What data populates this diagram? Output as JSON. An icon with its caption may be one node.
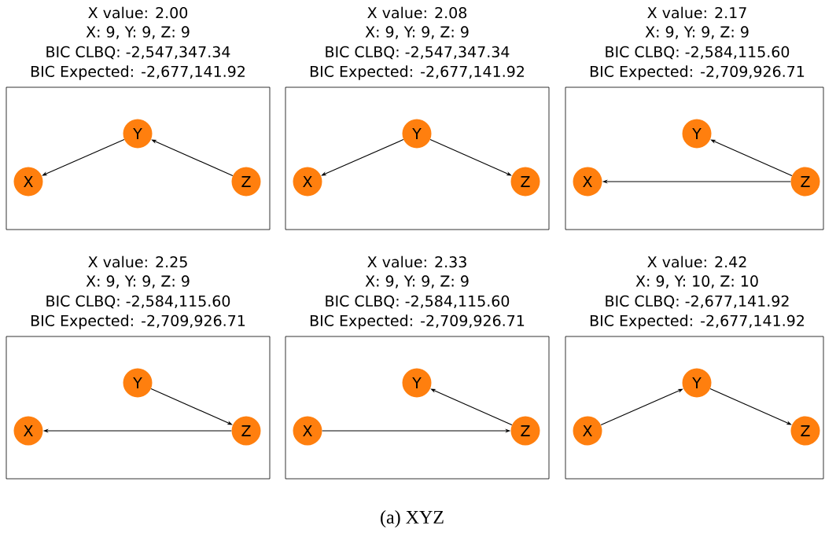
{
  "diagram": {
    "caption": "(a) XYZ",
    "nodes": [
      {
        "text": [
          "X value: 2.00",
          "X: 9, Y: 9, Z: 9",
          "BIC CLBQ: -2,547,347.34",
          "BIC Expected: -2,677,141.92"
        ]
      },
      {
        "text": [
          "X"
        ],
        "in": 0
      },
      {
        "text": [
          "Y"
        ],
        "in": 0
      },
      {
        "text": [
          "Z"
        ],
        "in": 0
      },
      {
        "text": [
          "X value: 2.08",
          "X: 9, Y: 9, Z: 9",
          "BIC CLBQ: -2,547,347.34",
          "BIC Expected: -2,677,141.92"
        ]
      },
      {
        "text": [
          "X"
        ],
        "in": 4
      },
      {
        "text": [
          "Y"
        ],
        "in": 4
      },
      {
        "text": [
          "Z"
        ],
        "in": 4
      },
      {
        "text": [
          "X value: 2.17",
          "X: 9, Y: 9, Z: 9",
          "BIC CLBQ: -2,584,115.60",
          "BIC Expected: -2,709,926.71"
        ]
      },
      {
        "text": [
          "X"
        ],
        "in": 8
      },
      {
        "text": [
          "Y"
        ],
        "in": 8
      },
      {
        "text": [
          "Z"
        ],
        "in": 8
      },
      {
        "text": [
          "X value: 2.25",
          "X: 9, Y: 9, Z: 9",
          "BIC CLBQ: -2,584,115.60",
          "BIC Expected: -2,709,926.71"
        ]
      },
      {
        "text": [
          "X"
        ],
        "in": 12
      },
      {
        "text": [
          "Y"
        ],
        "in": 12
      },
      {
        "text": [
          "Z"
        ],
        "in": 12
      },
      {
        "text": [
          "X value: 2.33",
          "X: 9, Y: 9, Z: 9",
          "BIC CLBQ: -2,584,115.60",
          "BIC Expected: -2,709,926.71"
        ]
      },
      {
        "text": [
          "X"
        ],
        "in": 16
      },
      {
        "text": [
          "Y"
        ],
        "in": 16
      },
      {
        "text": [
          "Z"
        ],
        "in": 16
      },
      {
        "text": [
          "X value: 2.42",
          "X: 9, Y: 10, Z: 10",
          "BIC CLBQ: -2,677,141.92",
          "BIC Expected: -2,677,141.92"
        ]
      },
      {
        "text": [
          "X"
        ],
        "in": 20
      },
      {
        "text": [
          "Y"
        ],
        "in": 20
      },
      {
        "text": [
          "Z"
        ],
        "in": 20
      }
    ],
    "edges": [
      {
        "from": 2,
        "to": 1,
        "arrow": "to"
      },
      {
        "from": 3,
        "to": 2,
        "arrow": "to"
      },
      {
        "from": 6,
        "to": 5,
        "arrow": "to"
      },
      {
        "from": 6,
        "to": 7,
        "arrow": "to"
      },
      {
        "from": 11,
        "to": 10,
        "arrow": "to"
      },
      {
        "from": 11,
        "to": 9,
        "arrow": "to"
      },
      {
        "from": 14,
        "to": 15,
        "arrow": "to"
      },
      {
        "from": 15,
        "to": 13,
        "arrow": "to"
      },
      {
        "from": 19,
        "to": 18,
        "arrow": "to"
      },
      {
        "from": 17,
        "to": 19,
        "arrow": "to"
      },
      {
        "from": 21,
        "to": 22,
        "arrow": "to"
      },
      {
        "from": 22,
        "to": 23,
        "arrow": "to"
      }
    ]
  }
}
